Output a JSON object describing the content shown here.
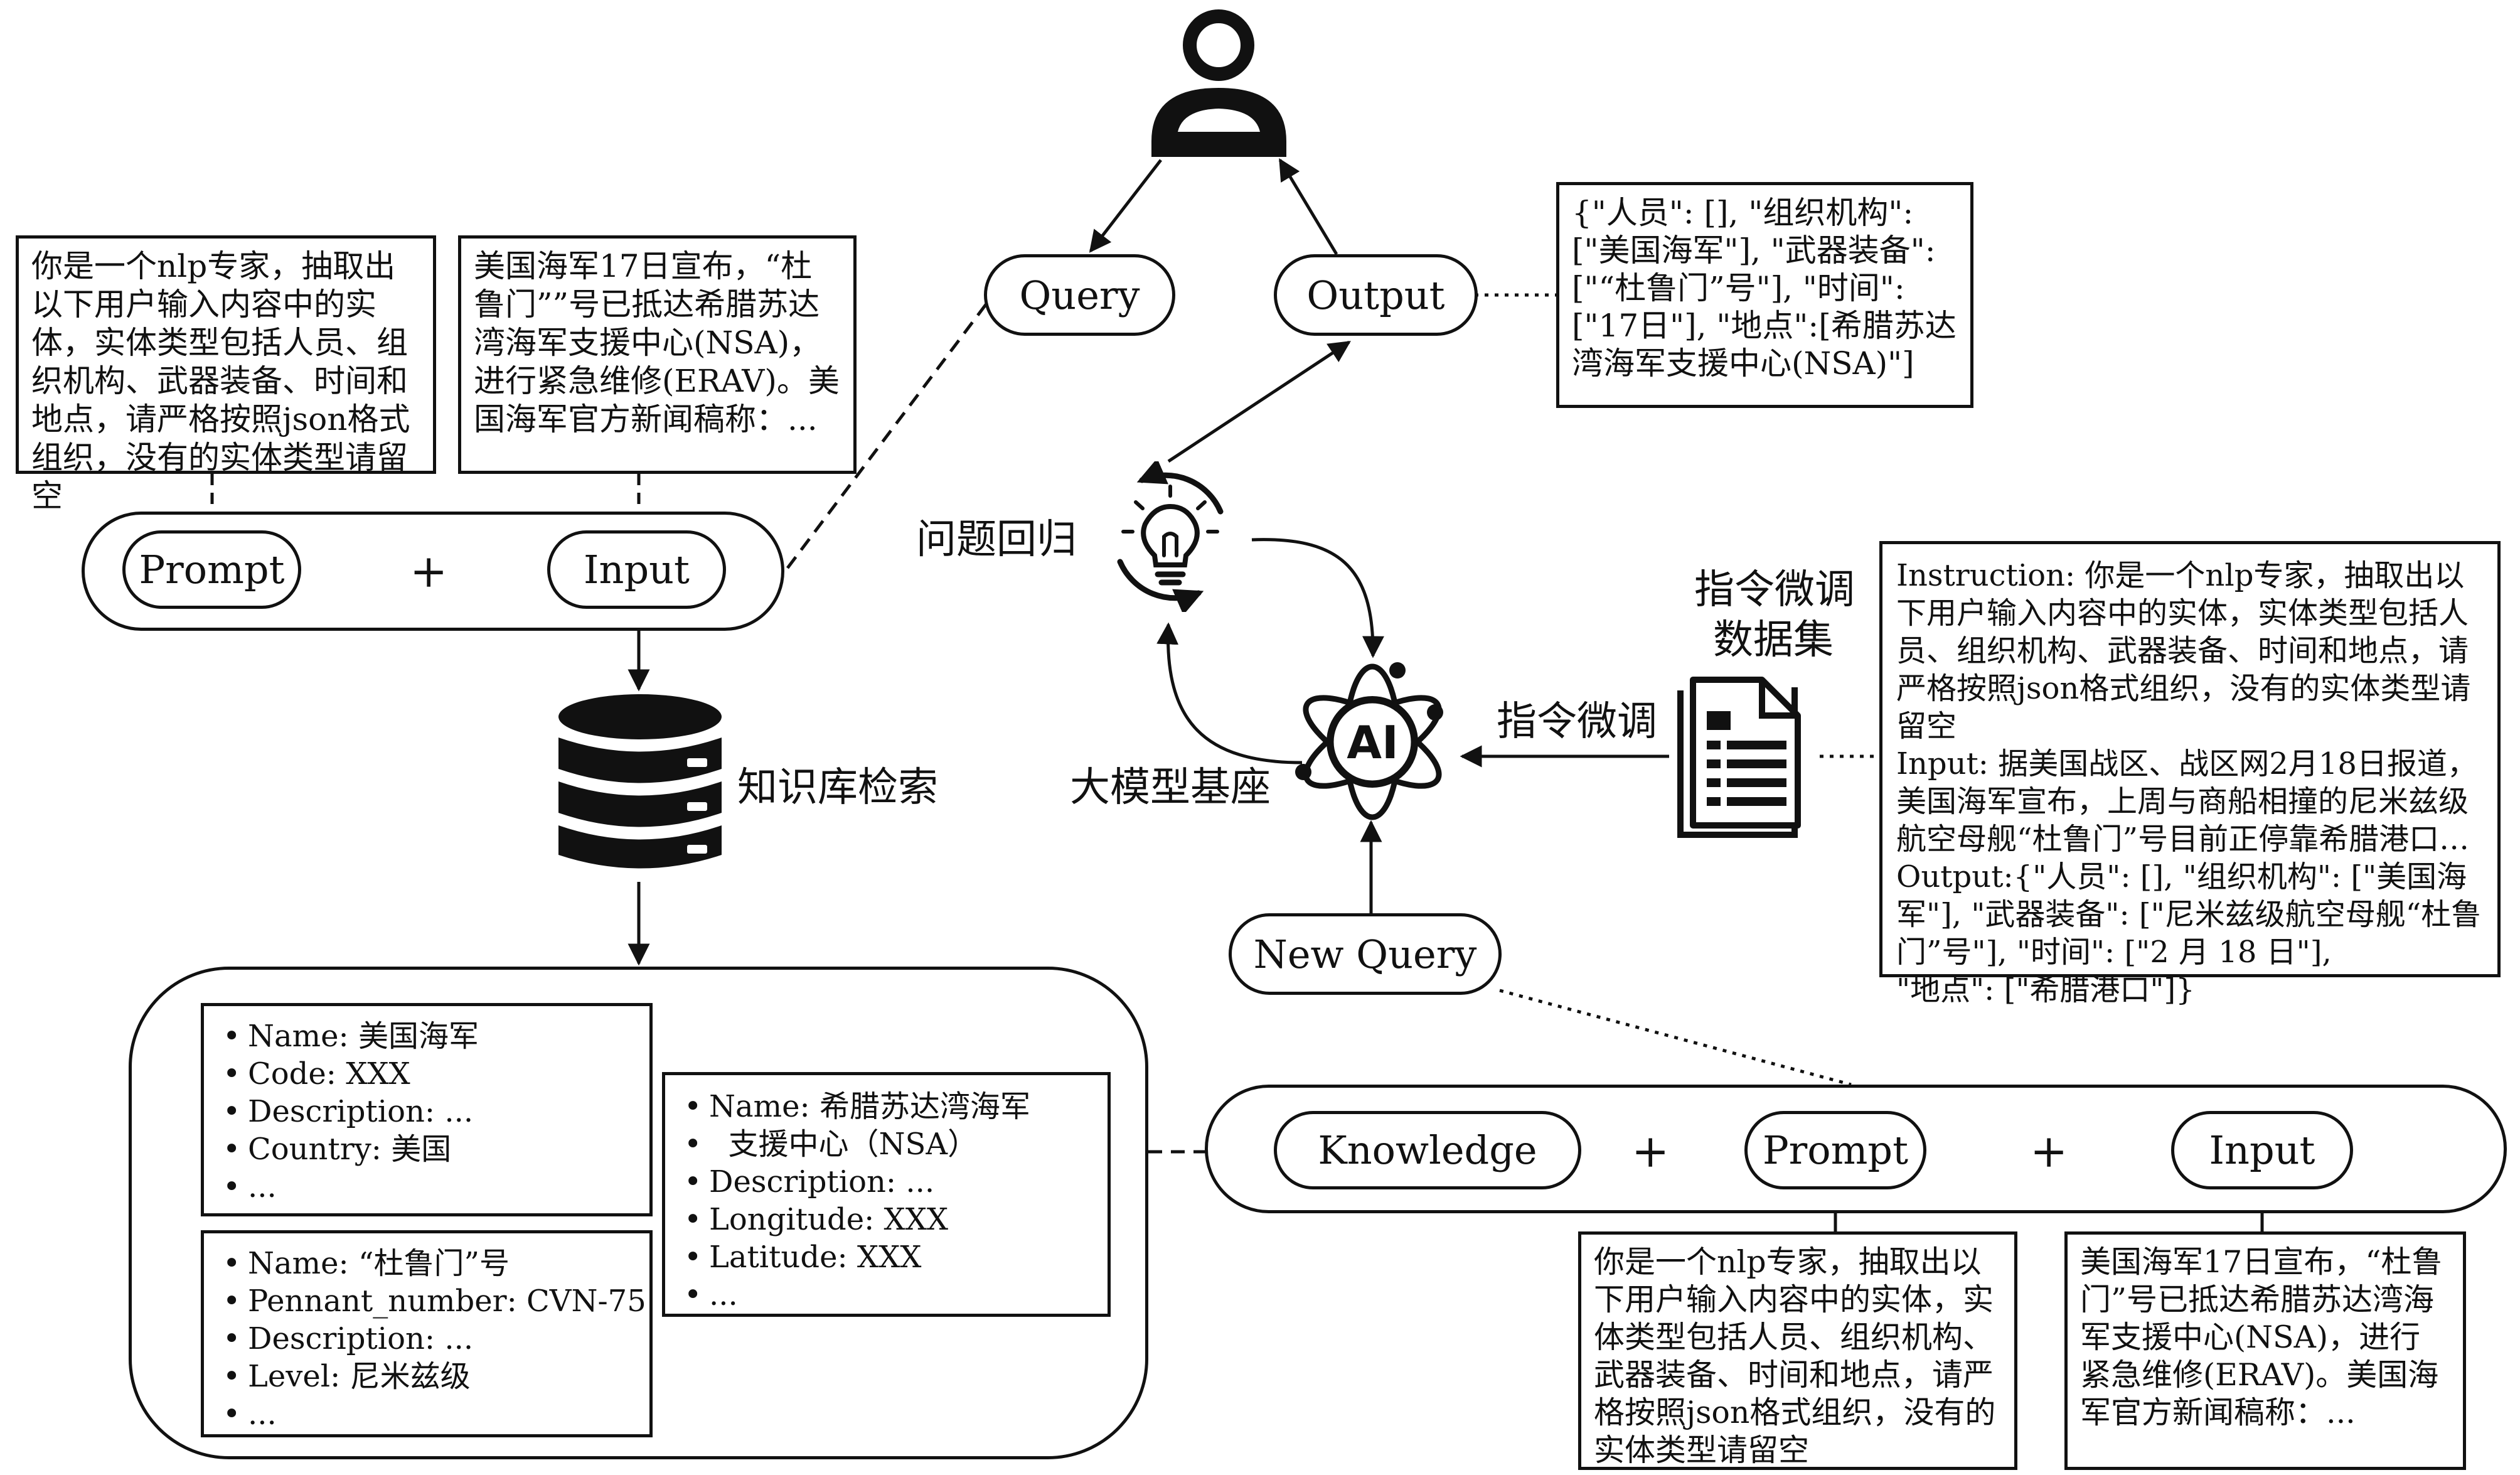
{
  "top_prompt_text": "你是一个nlp专家，抽取出以下用户输入内容中的实体，实体类型包括人员、组织机构、武器装备、时间和地点，请严格按照json格式组织，没有的实体类型请留空",
  "top_input_text": "美国海军17日宣布，“杜鲁门””号已抵达希腊苏达湾海军支援中心(NSA)，进行紧急维修(ERAV)。美国海军官方新闻稿称：...",
  "pill_prompt": "Prompt",
  "pill_input": "Input",
  "plus": "+",
  "kb_search_label": "知识库检索",
  "pill_query": "Query",
  "pill_output": "Output",
  "output_text": "{\"人员\": [], \"组织机构\": [\"美国海军\"], \"武器装备\": [\"“杜鲁门”号\"], \"时间\": [\"17日\"], \"地点\":[希腊苏达湾海军支援中心(NSA)\"]",
  "problem_regression_label": "问题回归",
  "base_model_label": "大模型基座",
  "ai_text": "AI",
  "instruction_tuning_label": "指令微调",
  "dataset_label_line1": "指令微调",
  "dataset_label_line2": "数据集",
  "instruction_text": "Instruction: 你是一个nlp专家，抽取出以下用户输入内容中的实体，实体类型包括人员、组织机构、武器装备、时间和地点，请严格按照json格式组织，没有的实体类型请留空\nInput: 据美国战区、战区网2月18日报道，美国海军宣布，上周与商船相撞的尼米兹级航空母舰“杜鲁门”号目前正停靠希腊港口…\nOutput:{\"人员\": [], \"组织机构\": [\"美国海军\"], \"武器装备\": [\"尼米兹级航空母舰“杜鲁门”号\"], \"时间\": [\"2 月 18 日\"],\n\"地点\": [\"希腊港口\"]}",
  "pill_new_query": "New Query",
  "pill_knowledge": "Knowledge",
  "bottom_prompt_text": "你是一个nlp专家，抽取出以下用户输入内容中的实体，实体类型包括人员、组织机构、武器装备、时间和地点，请严格按照json格式组织，没有的实体类型请留空",
  "bottom_input_text": "美国海军17日宣布，“杜鲁门”号已抵达希腊苏达湾海军支援中心(NSA)，进行紧急维修(ERAV)。美国海军官方新闻稿称：...",
  "entity1": [
    "Name: 美国海军",
    "Code: XXX",
    "Description: ...",
    "Country: 美国",
    "..."
  ],
  "entity2": [
    "Name: “杜鲁门”号",
    "Pennant_number: CVN-75",
    "Description: ...",
    "Level: 尼米兹级",
    "..."
  ],
  "entity3": [
    "Name: 希腊苏达湾海军",
    "  支援中心（NSA）",
    "Description: ...",
    "Longitude: XXX",
    "Latitude: XXX",
    "..."
  ]
}
